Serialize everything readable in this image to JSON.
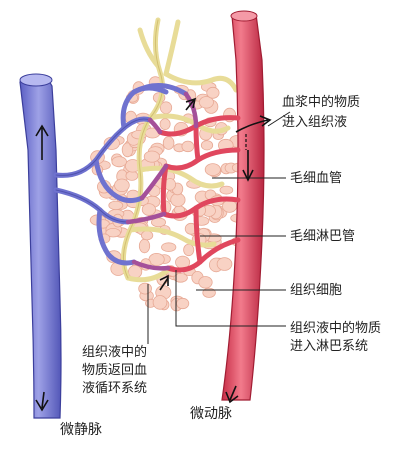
{
  "diagram": {
    "labels": {
      "plasma_into_tissue": [
        "血浆中的物质",
        "进入组织液"
      ],
      "capillary": "毛细血管",
      "lymph_capillary": "毛细淋巴管",
      "tissue_cell": "组织细胞",
      "tissue_to_lymph": [
        "组织液中的物质",
        "进入淋巴系统"
      ],
      "tissue_to_blood": [
        "组织液中的",
        "物质返回血",
        "液循环系统"
      ],
      "venule": "微静脉",
      "arteriole": "微动脉"
    },
    "colors": {
      "venule": "#7d80d6",
      "venule_edge": "#3c3f9c",
      "arteriole": "#e0475e",
      "arteriole_edge": "#a11d33",
      "lymph": "#efe6a8",
      "lymph_edge": "#c9b460",
      "tissue_cell": "#f8d2c4",
      "tissue_edge": "#e7a995",
      "arrow": "#111111",
      "text": "#222222"
    }
  }
}
